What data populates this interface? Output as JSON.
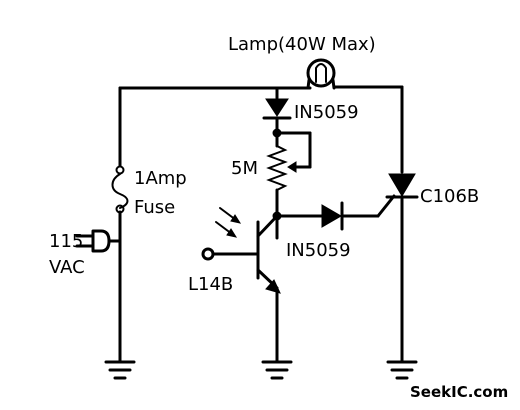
{
  "labels": {
    "lamp": "Lamp(40W Max)",
    "diode_top": "IN5059",
    "pot": "5M",
    "fuse_rating": "1Amp",
    "fuse": "Fuse",
    "scr": "C106B",
    "diode_mid": "IN5059",
    "supply_voltage": "115",
    "supply_unit": "VAC",
    "transistor": "L14B"
  },
  "watermark": "SeekIC.com"
}
